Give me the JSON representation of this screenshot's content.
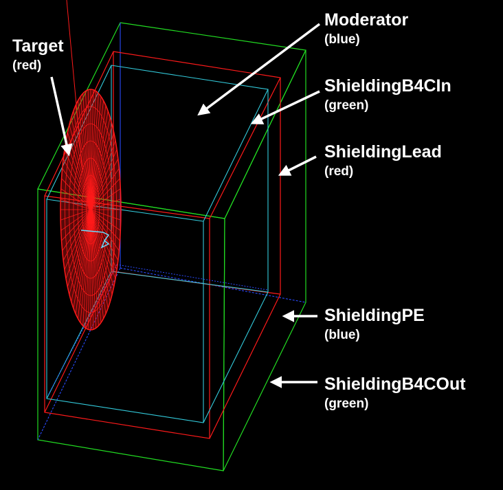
{
  "labels": [
    {
      "id": "moderator",
      "name": "Moderator",
      "color_text": "(blue)"
    },
    {
      "id": "target",
      "name": "Target",
      "color_text": "(red)"
    },
    {
      "id": "b4cin",
      "name": "ShieldingB4CIn",
      "color_text": "(green)"
    },
    {
      "id": "lead",
      "name": "ShieldingLead",
      "color_text": "(red)"
    },
    {
      "id": "pe",
      "name": "ShieldingPE",
      "color_text": "(blue)"
    },
    {
      "id": "b4cout",
      "name": "ShieldingB4COut",
      "color_text": "(green)"
    }
  ],
  "colors": {
    "background": "#000000",
    "green": "#22dd22",
    "red": "#ff1a1a",
    "blue": "#2a4bff",
    "cyan": "#33ccdd",
    "label": "#ffffff"
  }
}
